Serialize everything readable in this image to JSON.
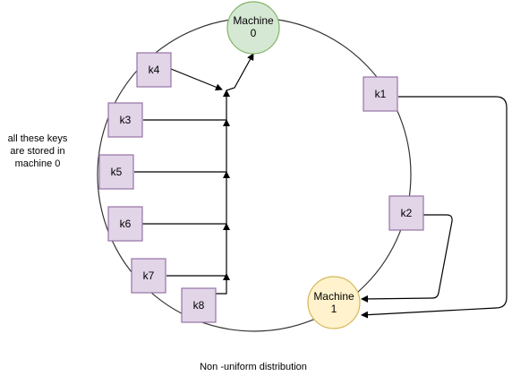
{
  "machines": [
    {
      "id": "m0",
      "label_line1": "Machine",
      "label_line2": "0",
      "fill": "#d5e8d4",
      "stroke": "#82b366"
    },
    {
      "id": "m1",
      "label_line1": "Machine",
      "label_line2": "1",
      "fill": "#fff2cc",
      "stroke": "#d6b656"
    }
  ],
  "keys": [
    {
      "id": "k4",
      "label": "k4",
      "assigned_to": "Machine 0"
    },
    {
      "id": "k3",
      "label": "k3",
      "assigned_to": "Machine 0"
    },
    {
      "id": "k5",
      "label": "k5",
      "assigned_to": "Machine 0"
    },
    {
      "id": "k6",
      "label": "k6",
      "assigned_to": "Machine 0"
    },
    {
      "id": "k7",
      "label": "k7",
      "assigned_to": "Machine 0"
    },
    {
      "id": "k8",
      "label": "k8",
      "assigned_to": "Machine 0"
    },
    {
      "id": "k1",
      "label": "k1",
      "assigned_to": "Machine 1"
    },
    {
      "id": "k2",
      "label": "k2",
      "assigned_to": "Machine 1"
    }
  ],
  "key_style": {
    "fill": "#e1d5e7",
    "stroke": "#9673a6"
  },
  "annotation": {
    "line1": "all these keys",
    "line2": "are stored in",
    "line3": "machine 0"
  },
  "caption": "Non -uniform distribution"
}
